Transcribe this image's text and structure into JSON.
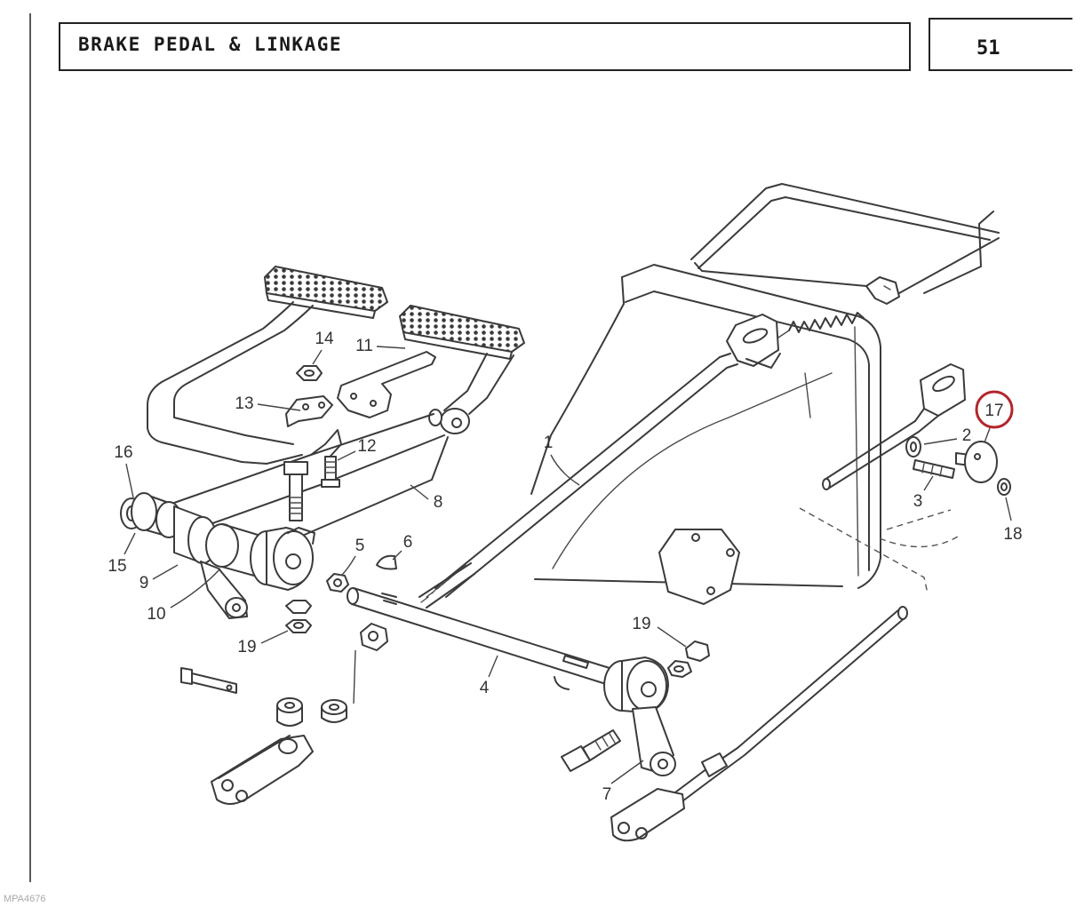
{
  "header": {
    "title": "BRAKE PEDAL & LINKAGE",
    "page_number": "51"
  },
  "callouts": [
    {
      "label": "1"
    },
    {
      "label": "2"
    },
    {
      "label": "3"
    },
    {
      "label": "4"
    },
    {
      "label": "5"
    },
    {
      "label": "6"
    },
    {
      "label": "7"
    },
    {
      "label": "8"
    },
    {
      "label": "9"
    },
    {
      "label": "10"
    },
    {
      "label": "11"
    },
    {
      "label": "12"
    },
    {
      "label": "13"
    },
    {
      "label": "14"
    },
    {
      "label": "15"
    },
    {
      "label": "16"
    },
    {
      "label": "17",
      "highlighted": true
    },
    {
      "label": "18"
    },
    {
      "label": "19"
    },
    {
      "label": "19"
    }
  ],
  "footer": {
    "code": "MPA4676"
  },
  "colors": {
    "line": "#3b3b3b",
    "highlight_ring": "#b3262b",
    "background": "#ffffff"
  }
}
